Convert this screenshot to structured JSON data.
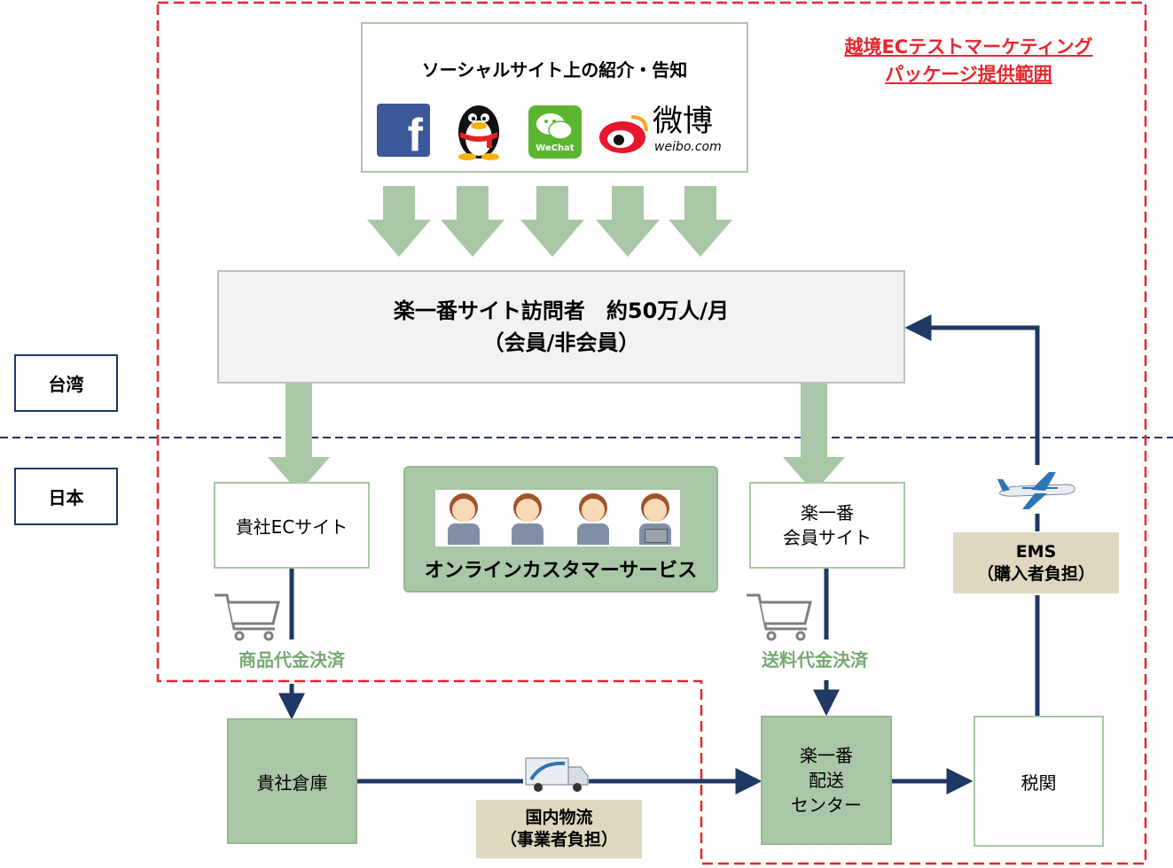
{
  "scope_title_line1": "越境ECテストマーケティング",
  "scope_title_line2": "パッケージ提供範囲",
  "social": {
    "title": "ソーシャルサイト上の紹介・告知",
    "facebook_glyph": "f",
    "wechat_label": "WeChat",
    "weibo_chars": "微博",
    "weibo_url": "weibo.com",
    "icons": [
      "facebook-icon",
      "qq-penguin-icon",
      "wechat-icon",
      "weibo-icon"
    ]
  },
  "visitors": {
    "line1": "楽一番サイト訪問者　約50万人/月",
    "line2": "（会員/非会員）"
  },
  "regions": {
    "taiwan": "台湾",
    "japan": "日本"
  },
  "nodes": {
    "company_ec": "貴社ECサイト",
    "customer_service": "オンラインカスタマーサービス",
    "member_site_line1": "楽一番",
    "member_site_line2": "会員サイト",
    "warehouse": "貴社倉庫",
    "distribution_line1": "楽一番",
    "distribution_line2": "配送",
    "distribution_line3": "センター",
    "customs": "税関"
  },
  "labels": {
    "product_payment": "商品代金決済",
    "shipping_payment": "送料代金決済",
    "ems_line1": "EMS",
    "ems_line2": "（購入者負担）",
    "domestic_line1": "国内物流",
    "domestic_line2": "（事業者負担）"
  },
  "colors": {
    "scope_red": "#e8262d",
    "navy": "#1f3864",
    "green_fill": "#a9c7a6",
    "green_text": "#77a873",
    "gray_fill": "#f2f2f2",
    "tan_fill": "#ddd8bf"
  }
}
